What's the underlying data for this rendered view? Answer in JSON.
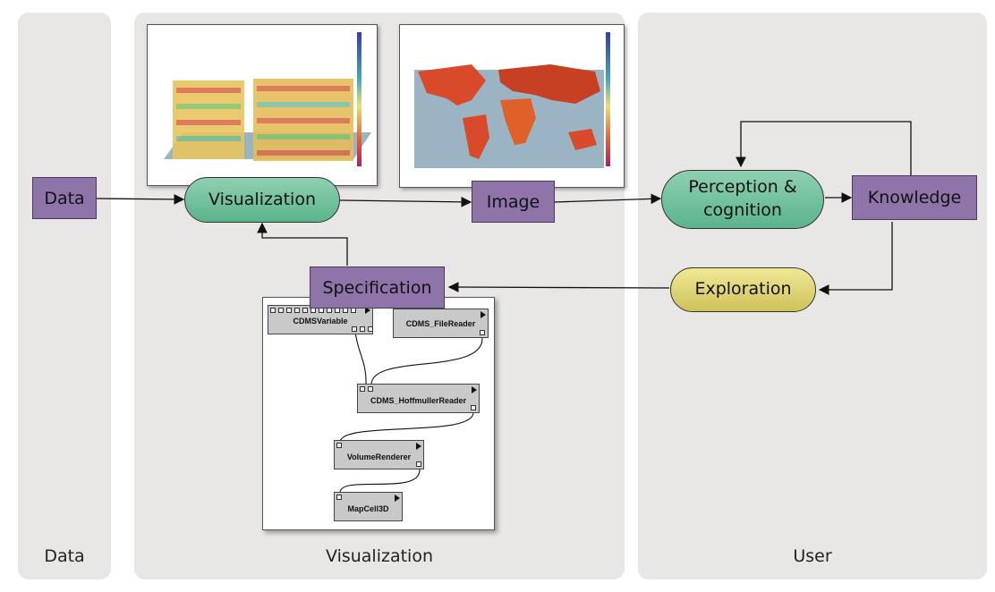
{
  "panels": {
    "data_label": "Data",
    "visualization_label": "Visualization",
    "user_label": "User"
  },
  "nodes": {
    "data": "Data",
    "visualization": "Visualization",
    "image": "Image",
    "perception_line1": "Perception &",
    "perception_line2": "cognition",
    "knowledge": "Knowledge",
    "exploration": "Exploration",
    "specification": "Specification"
  },
  "pipeline_modules": {
    "cdms_variable": "CDMSVariable",
    "cdms_filereader": "CDMS_FileReader",
    "cdms_hoffmuller": "CDMS_HoffmullerReader",
    "volume_renderer": "VolumeRenderer",
    "mapcell": "MapCell3D"
  },
  "colors": {
    "panel_bg": "#e8e7e5",
    "box_purple": "#8e74a8",
    "pill_green": "#6fc39c",
    "pill_yellow": "#e0d778"
  },
  "icons": [
    "volume-render-thumbnail",
    "world-map-thumbnail",
    "arrow-icon"
  ]
}
